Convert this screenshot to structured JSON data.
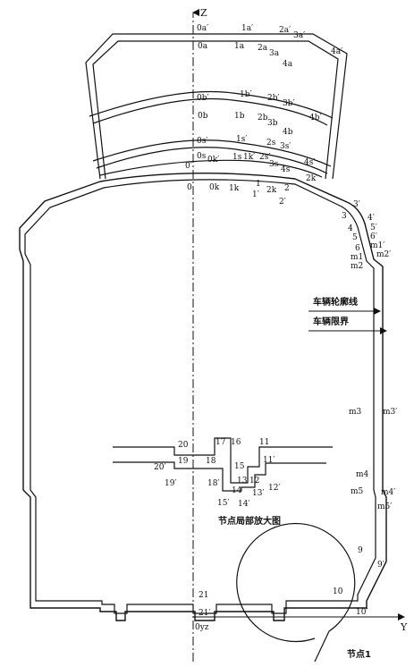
{
  "axes": {
    "z": "Z",
    "y": "Y",
    "origin": "0yz"
  },
  "legend": {
    "contour": "车辆轮廓线",
    "gauge": "车辆限界"
  },
  "caption_node_detail": "节点局部放大图",
  "node_label": "节点1",
  "points": {
    "0a_p": "0a′",
    "1a_p": "1a′",
    "2a_p": "2a′",
    "3a_p": "3a′",
    "4a_p": "4a′",
    "0a": "0a",
    "1a": "1a",
    "2a": "2a",
    "3a": "3a",
    "4a": "4a",
    "0b_p": "0b′",
    "1b_p": "1b′",
    "2b_p": "2b′",
    "3b_p": "3b′",
    "4b_p": "4b′",
    "0b": "0b",
    "1b": "1b",
    "2b": "2b",
    "3b": "3b",
    "4b": "4b",
    "0s_p": "0s′",
    "1s_p": "1s′",
    "2s": "2s",
    "3s_p": "3s′",
    "4s_p": "4s′",
    "0s": "0s",
    "0k_p": "0k′",
    "1s": "1s",
    "1k_p": "1k′",
    "2s_p": "2s′",
    "3s": "3s",
    "4s": "4s",
    "0_p": "0′",
    "0": "0",
    "0k": "0k",
    "1k": "1k",
    "1": "1",
    "1_p": "1′",
    "2k": "2k",
    "2": "2",
    "2_p": "2′",
    "2k_p": "2k′",
    "3_p": "3′",
    "4_p": "4′",
    "3": "3",
    "4": "4",
    "5_p": "5′",
    "5": "5",
    "6_p": "6′",
    "6": "6",
    "m1_p": "m1′",
    "m2_p": "m2′",
    "m1": "m1",
    "m2": "m2",
    "m3": "m3",
    "m3_p": "m3′",
    "m4": "m4",
    "m5": "m5",
    "m4_p": "m4′",
    "m5_p": "m5′",
    "9": "9",
    "9_p": "9′",
    "10": "10",
    "10_p": "10′",
    "21": "21",
    "21_p": "21′",
    "20": "20",
    "19": "19",
    "20_p": "20′",
    "19_p": "19′",
    "18": "18",
    "18_p": "18′",
    "17": "17",
    "16": "16",
    "15": "15",
    "13": "13",
    "12": "12",
    "14": "14",
    "15_p": "15′",
    "14_p": "14′",
    "13_p": "13′",
    "12_p": "12′",
    "11": "11",
    "11_p": "11′"
  }
}
